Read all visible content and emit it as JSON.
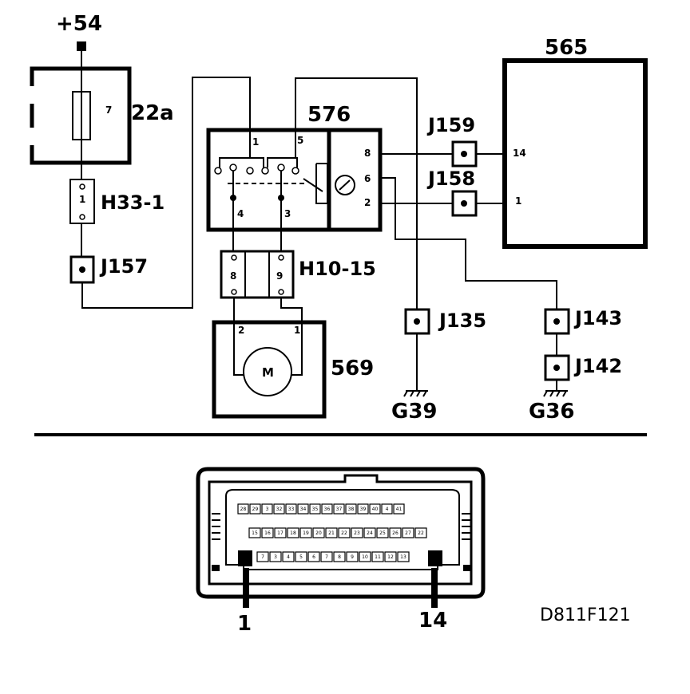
{
  "labels": {
    "supply": "+54",
    "fuse_box": "22a",
    "fuse_pin": "7",
    "h33": "H33-1",
    "h33_pin": "1",
    "j157": "J157",
    "relay": "576",
    "relay_pin1": "1",
    "relay_pin5": "5",
    "relay_pin4": "4",
    "relay_pin3": "3",
    "relay_pin8": "8",
    "relay_pin6": "6",
    "relay_pin2": "2",
    "ecu": "565",
    "ecu_pin14": "14",
    "ecu_pin1": "1",
    "j159": "J159",
    "j158": "J158",
    "h10": "H10-15",
    "h10_pin8": "8",
    "h10_pin9": "9",
    "motor": "569",
    "motor_pin2": "2",
    "motor_pin1": "1",
    "motor_symbol": "M",
    "j135": "J135",
    "j143": "J143",
    "j142": "J142",
    "g39": "G39",
    "g36": "G36",
    "pin_first": "1",
    "pin_last": "14",
    "diagram_ref": "D811F121"
  },
  "connector_rows": {
    "top": [
      "28",
      "29",
      "3",
      "32",
      "33",
      "34",
      "35",
      "36",
      "37",
      "38",
      "39",
      "40",
      "4",
      "41"
    ],
    "middle": [
      "15",
      "16",
      "17",
      "18",
      "19",
      "20",
      "21",
      "22",
      "23",
      "24",
      "25",
      "26",
      "27",
      "22"
    ],
    "bottom": [
      "7",
      "3",
      "4",
      "5",
      "6",
      "7",
      "8",
      "9",
      "10",
      "11",
      "12",
      "13"
    ]
  }
}
